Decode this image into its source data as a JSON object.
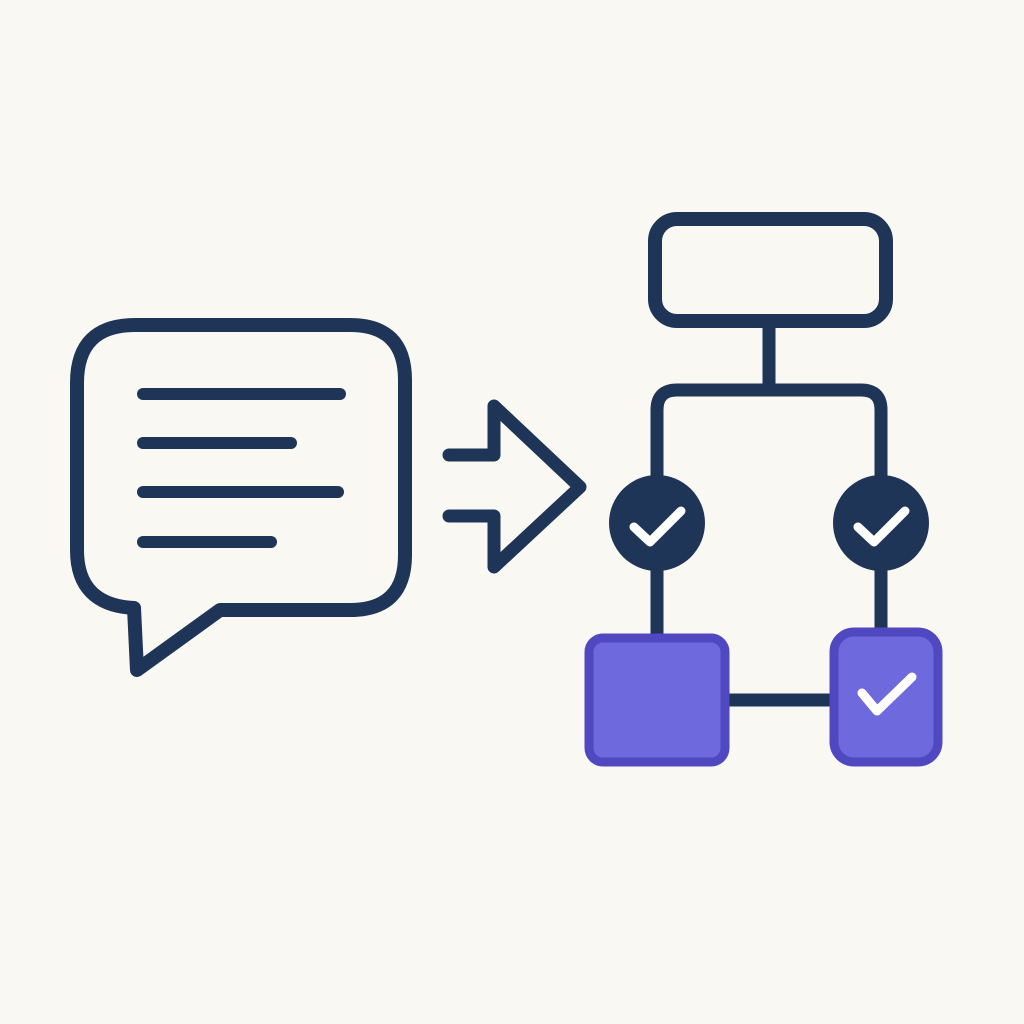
{
  "colors": {
    "background": "#FAF8F3",
    "outline": "#1F3557",
    "node_fill": "#1F3557",
    "check_mark": "#FFFFFF",
    "accent_fill": "#6F69DE",
    "accent_stroke": "#5048C0"
  },
  "icons": {
    "left": "speech-bubble-icon",
    "middle": "arrow-right-icon",
    "right": "workflow-flowchart-icon"
  },
  "bubble": {
    "text_lines": 4
  },
  "flowchart": {
    "decision_nodes": [
      {
        "name": "decision-node-left",
        "checked": true
      },
      {
        "name": "decision-node-right",
        "checked": true
      }
    ],
    "result_boxes": [
      {
        "name": "result-box-left",
        "checked": false
      },
      {
        "name": "result-box-right",
        "checked": true
      }
    ]
  }
}
